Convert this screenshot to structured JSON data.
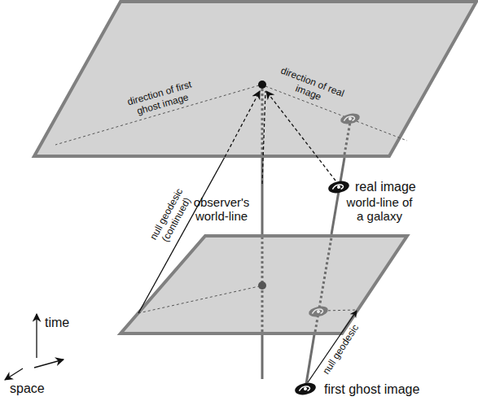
{
  "diagram": {
    "labels": [
      "direction of first ghost image",
      "direction of real image",
      "real image",
      "null geodesic (continued)",
      "observer's world-line",
      "world-line of a galaxy",
      "time",
      "null geodesic",
      "space",
      "first ghost image"
    ]
  }
}
